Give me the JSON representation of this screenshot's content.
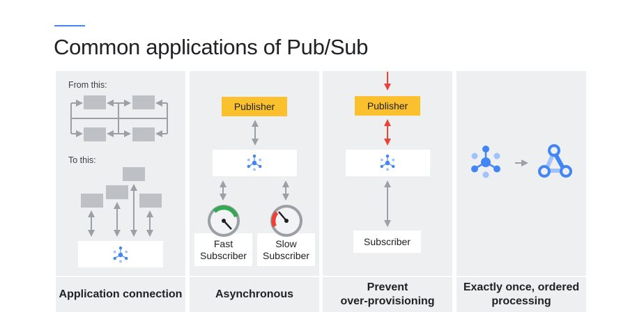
{
  "slide": {
    "title": "Common applications of Pub/Sub",
    "accent_color": "#4285f4"
  },
  "panels": [
    {
      "caption": "Application connection",
      "from_label": "From this:",
      "to_label": "To this:",
      "icons": [
        "pubsub-hub-icon"
      ]
    },
    {
      "caption": "Asynchronous",
      "publisher_label": "Publisher",
      "subscribers": [
        {
          "label": "Fast\nSubscriber",
          "gauge": "fast-gauge-icon"
        },
        {
          "label": "Slow\nSubscriber",
          "gauge": "slow-gauge-icon"
        }
      ],
      "icons": [
        "pubsub-hub-icon"
      ]
    },
    {
      "caption": "Prevent\nover-provisioning",
      "publisher_label": "Publisher",
      "subscriber_label": "Subscriber",
      "icons": [
        "pubsub-hub-icon",
        "red-arrow-icon"
      ]
    },
    {
      "caption": "Exactly once, ordered\nprocessing",
      "icons": [
        "pubsub-hub-icon",
        "arrow-right-icon",
        "dataflow-icon"
      ]
    }
  ],
  "colors": {
    "panel_bg": "#eeeff1",
    "publisher_bg": "#fbc02d",
    "hub_blue": "#4285f4",
    "hub_light": "#a1c2fa",
    "arrow_gray": "#9aa0a6",
    "arrow_red": "#ea4335",
    "gauge_green": "#34a853",
    "gauge_red": "#ea4335"
  }
}
